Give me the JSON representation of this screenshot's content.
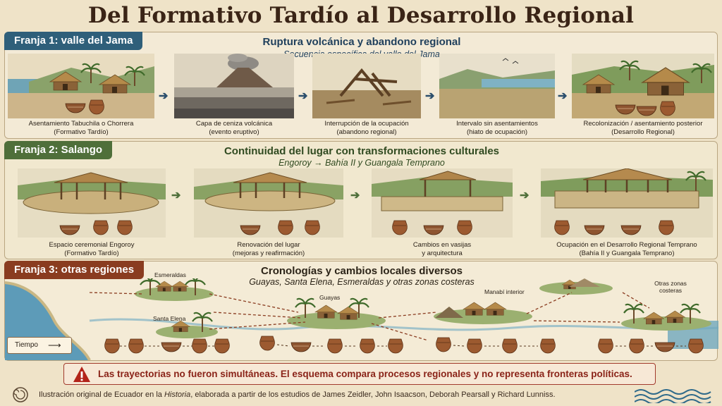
{
  "title": "Del Formativo Tardío al Desarrollo Regional",
  "band1": {
    "tag": "Franja 1: valle del Jama",
    "heading": "Ruptura volcánica y abandono regional",
    "subheading": "Secuencia específica del valle del Jama",
    "panels": [
      {
        "line1": "Asentamiento Tabuchila o Chorrera",
        "line2": "(Formativo Tardío)"
      },
      {
        "line1": "Capa de ceniza volcánica",
        "line2": "(evento eruptivo)"
      },
      {
        "line1": "Interrupción de la ocupación",
        "line2": "(abandono regional)"
      },
      {
        "line1": "Intervalo sin asentamientos",
        "line2": "(hiato de ocupación)"
      },
      {
        "line1": "Recolonización / asentamiento posterior",
        "line2": "(Desarrollo Regional)"
      }
    ]
  },
  "band2": {
    "tag": "Franja 2: Salango",
    "heading": "Continuidad del lugar con transformaciones culturales",
    "subheading": "Engoroy → Bahía II y Guangala Temprano",
    "panels": [
      {
        "line1": "Espacio ceremonial Engoroy",
        "line2": "(Formativo Tardío)"
      },
      {
        "line1": "Renovación del lugar",
        "line2": "(mejoras y reafirmación)"
      },
      {
        "line1": "Cambios en vasijas",
        "line2": "y arquitectura"
      },
      {
        "line1": "Ocupación en el Desarrollo Regional Temprano",
        "line2": "(Bahía II  y Guangala Temprano)"
      }
    ]
  },
  "band3": {
    "tag": "Franja 3: otras regiones",
    "heading": "Cronologías y cambios locales diversos",
    "subheading": "Guayas, Santa Elena, Esmeraldas y otras zonas costeras",
    "places": {
      "esmeraldas": "Esmeraldas",
      "guayas": "Guayas",
      "santa_elena": "Santa Elena",
      "manabi": "Manabí interior",
      "otras1": "Otras zonas",
      "otras2": "costeras"
    },
    "time_label": "Tiempo"
  },
  "warning": "Las trayectorias no fueron simultáneas. El esquema compara procesos regionales y no representa fronteras políticas.",
  "footer": {
    "part1": "Ilustración original de Ecuador en la ",
    "italic": "Historia",
    "part2": ", elaborada a partir de los estudios de James Zeidler, John Isaacson, Deborah Pearsall y Richard Lunniss."
  },
  "colors": {
    "band1_tag": "#2f5f7a",
    "band2_tag": "#4f6f3a",
    "band3_tag": "#8a3c20",
    "warning": "#a23a2c"
  }
}
